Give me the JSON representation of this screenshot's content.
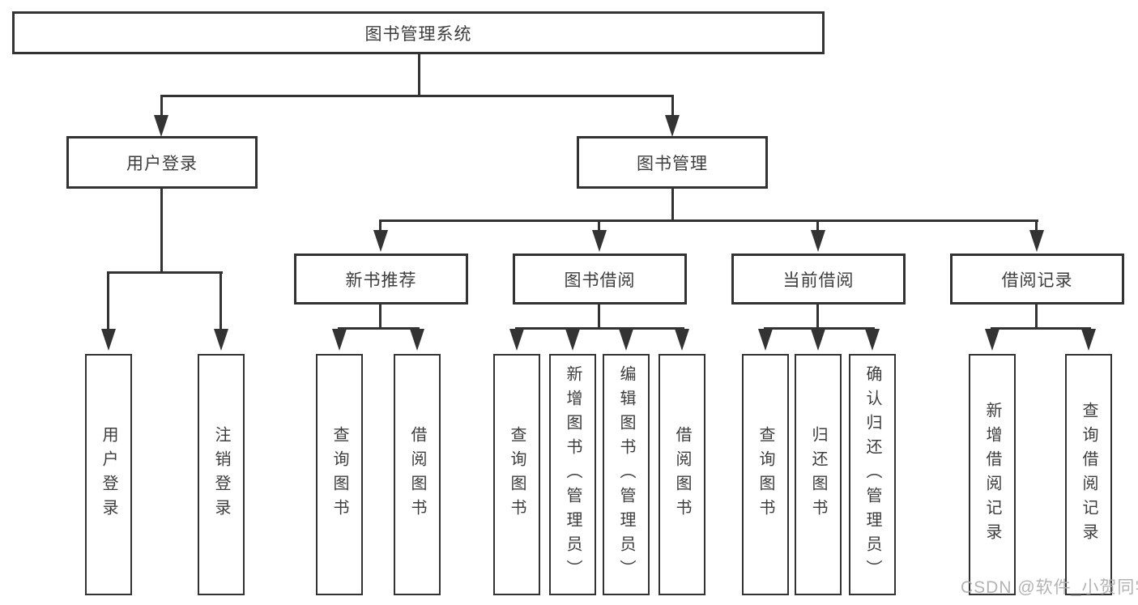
{
  "diagram": {
    "root": {
      "label": "图书管理系统"
    },
    "level2": [
      {
        "label": "用户登录"
      },
      {
        "label": "图书管理"
      }
    ],
    "level3": [
      {
        "label": "新书推荐"
      },
      {
        "label": "图书借阅"
      },
      {
        "label": "当前借阅"
      },
      {
        "label": "借阅记录"
      }
    ],
    "leaves": [
      {
        "label": "用户登录"
      },
      {
        "label": "注销登录"
      },
      {
        "label": "查询图书"
      },
      {
        "label": "借阅图书"
      },
      {
        "label": "查询图书"
      },
      {
        "label": "新增图书（管理员）"
      },
      {
        "label": "编辑图书（管理员）"
      },
      {
        "label": "借阅图书"
      },
      {
        "label": "查询图书"
      },
      {
        "label": "归还图书"
      },
      {
        "label": "确认归还（管理员）"
      },
      {
        "label": "新增借阅记录"
      },
      {
        "label": "查询借阅记录"
      }
    ]
  },
  "watermark": {
    "text": "CSDN @软件_小贺同学"
  },
  "colors": {
    "line": "#333333",
    "text": "#3d3d3d",
    "watermark": "#afafaf",
    "background": "#ffffff"
  }
}
